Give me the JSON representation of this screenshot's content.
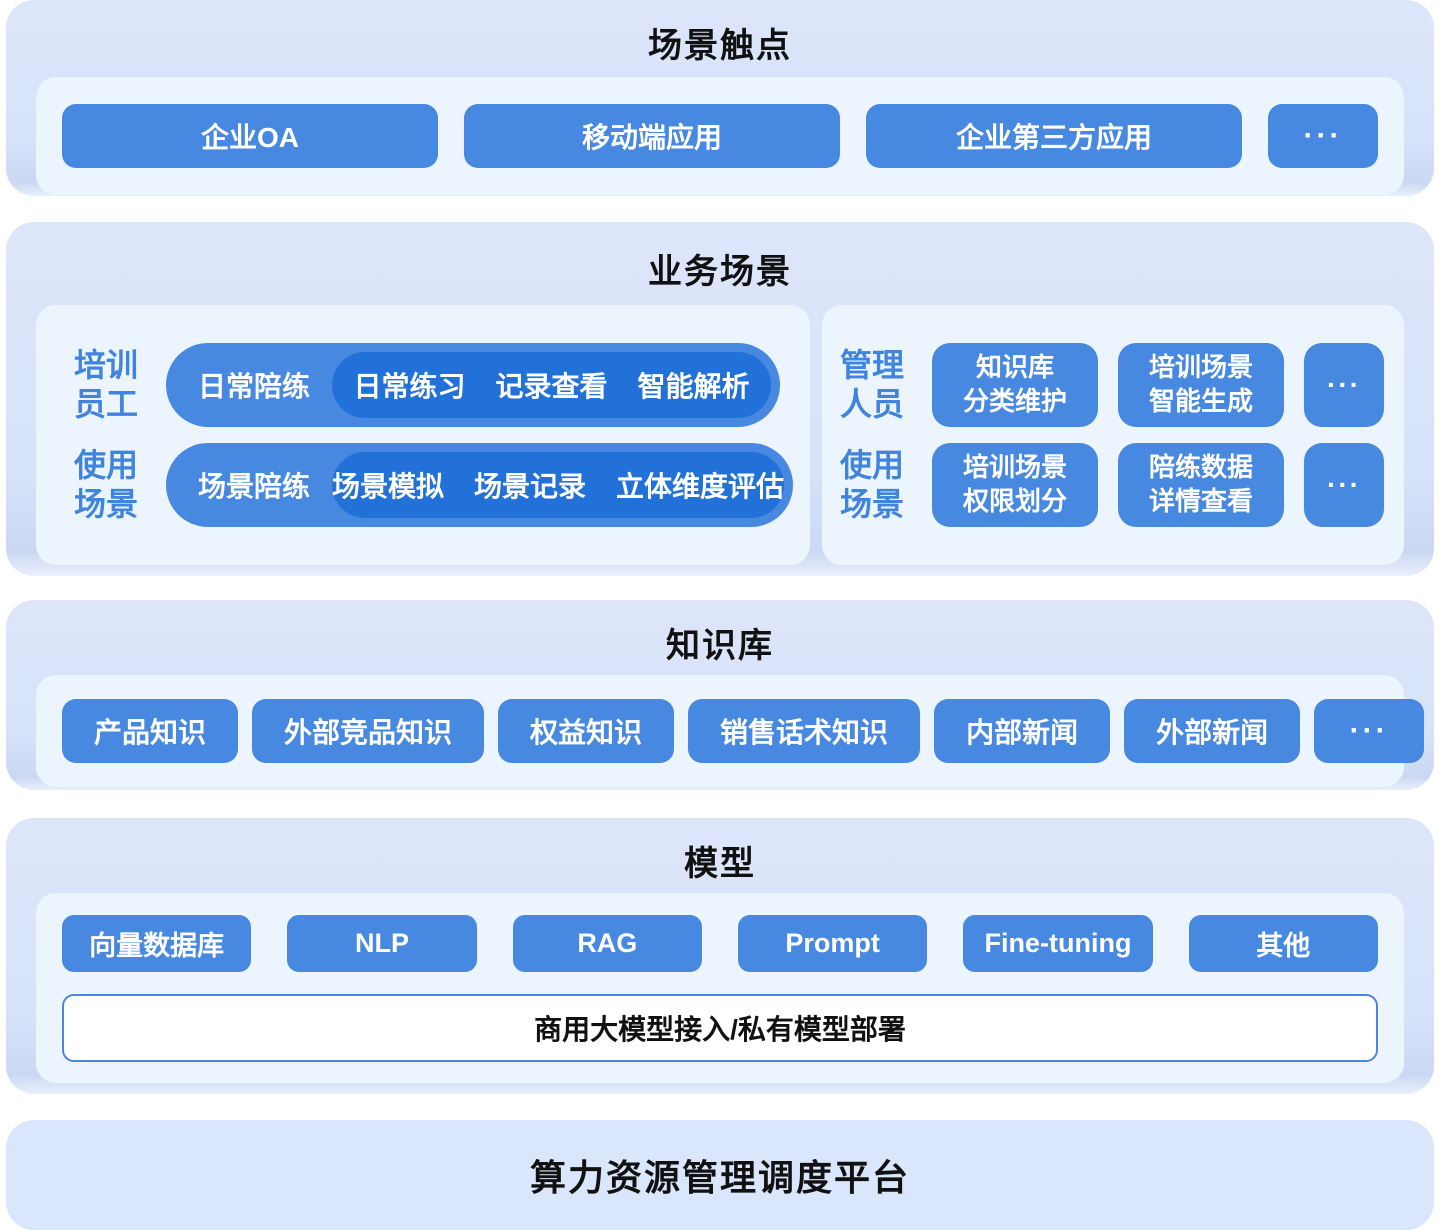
{
  "touchpoints": {
    "title": "场景触点",
    "buttons": [
      "企业OA",
      "移动端应用",
      "企业第三方应用"
    ],
    "more": "···"
  },
  "business": {
    "title": "业务场景",
    "left": {
      "rows": [
        {
          "label_line1": "培训",
          "label_line2": "员工",
          "pill_label": "日常陪练",
          "items": [
            "日常练习",
            "记录查看",
            "智能解析"
          ]
        },
        {
          "label_line1": "使用",
          "label_line2": "场景",
          "pill_label": "场景陪练",
          "items": [
            "场景模拟",
            "场景记录",
            "立体维度评估"
          ]
        }
      ]
    },
    "right": {
      "rows": [
        {
          "label_line1": "管理",
          "label_line2": "人员",
          "buttons": [
            [
              "知识库",
              "分类维护"
            ],
            [
              "培训场景",
              "智能生成"
            ]
          ],
          "more": "···"
        },
        {
          "label_line1": "使用",
          "label_line2": "场景",
          "buttons": [
            [
              "培训场景",
              "权限划分"
            ],
            [
              "陪练数据",
              "详情查看"
            ]
          ],
          "more": "···"
        }
      ]
    }
  },
  "knowledge": {
    "title": "知识库",
    "buttons": [
      "产品知识",
      "外部竞品知识",
      "权益知识",
      "销售话术知识",
      "内部新闻",
      "外部新闻"
    ],
    "more": "···"
  },
  "model": {
    "title": "模型",
    "buttons": [
      "向量数据库",
      "NLP",
      "RAG",
      "Prompt",
      "Fine-tuning",
      "其他"
    ],
    "bar": "商用大模型接入/私有模型部署"
  },
  "platform": {
    "title": "算力资源管理调度平台"
  },
  "colors": {
    "button_blue": "#4788e1",
    "nested_pill_blue": "#2171d8",
    "layer_shadow_blue": "#7e97dd",
    "side_label_blue": "#4184dd",
    "inner_panel": "#ecf4fd",
    "bar_border_blue": "#4a86e0"
  }
}
